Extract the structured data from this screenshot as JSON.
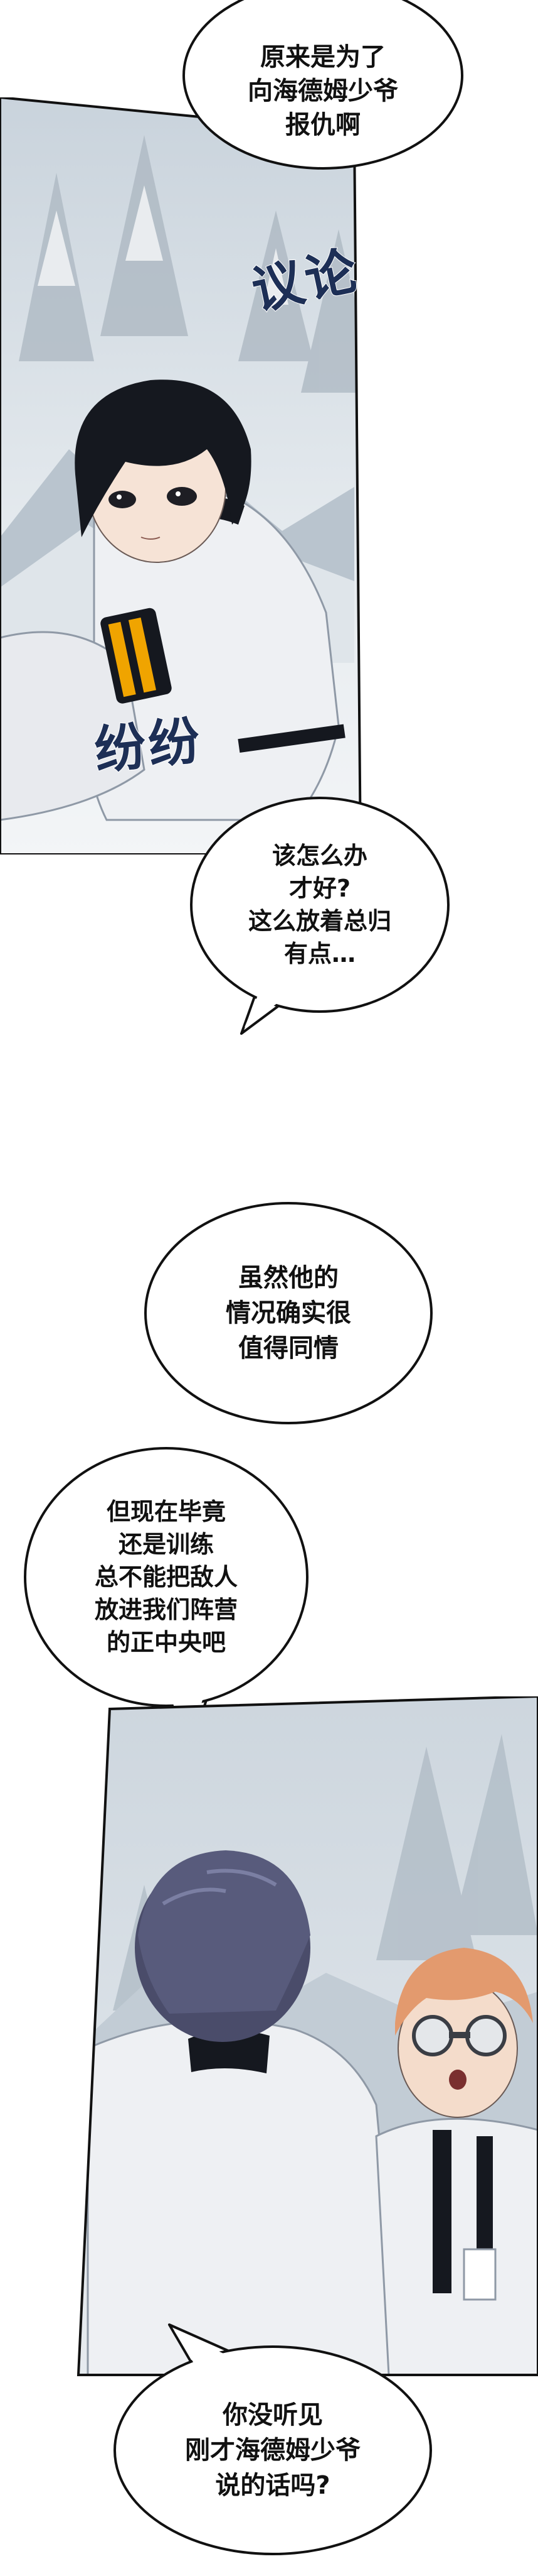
{
  "bubbles": {
    "b1": {
      "lines": [
        "原来是为了",
        "向海德姆少爷",
        "报仇啊"
      ]
    },
    "b2": {
      "lines": [
        "该怎么办",
        "才好?",
        "这么放着总归",
        "有点…"
      ]
    },
    "b3": {
      "lines": [
        "虽然他的",
        "情况确实很",
        "值得同情"
      ]
    },
    "b4": {
      "lines": [
        "但现在毕竟",
        "还是训练",
        "总不能把敌人",
        "放进我们阵营",
        "的正中央吧"
      ]
    },
    "b5": {
      "lines": [
        "你没听见",
        "刚才海德姆少爷",
        "说的话吗?"
      ]
    }
  },
  "sfx": {
    "discuss": "议论",
    "chatter": "纷纷"
  },
  "colors": {
    "sfx": "#1d2f56",
    "uniform": "#eef0f3",
    "hair_dark": "#15181f",
    "hair_orange": "#e39a6e",
    "snow_bg": "#d9e0e6",
    "badge_orange": "#f0a400"
  }
}
